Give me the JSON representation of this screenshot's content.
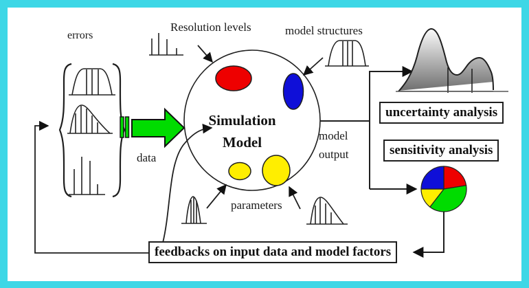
{
  "labels": {
    "errors": "errors",
    "resolution_levels": "Resolution levels",
    "model_structures": "model structures",
    "data": "data",
    "simulation_model": {
      "line1": "Simulation",
      "line2": "Model"
    },
    "model_output": {
      "line1": "model",
      "line2": "output"
    },
    "parameters": "parameters"
  },
  "boxes": {
    "uncertainty": "uncertainty analysis",
    "sensitivity": "sensitivity analysis",
    "feedbacks": "feedbacks on input data and model factors"
  },
  "colors": {
    "frame_border": "#3dd7e6",
    "background": "#ffffff",
    "line": "#1f1f1f",
    "red_ellipse": "#ee0000",
    "blue_ellipse": "#0f0fd8",
    "yellow_ellipse": "#ffee00",
    "green_arrow": "#00dc00"
  },
  "pie": {
    "slices": [
      {
        "name": "red",
        "color": "#ee0000",
        "fraction": 0.225
      },
      {
        "name": "green",
        "color": "#00dc00",
        "fraction": 0.38
      },
      {
        "name": "yellow",
        "color": "#ffee00",
        "fraction": 0.145
      },
      {
        "name": "blue",
        "color": "#0f0fd8",
        "fraction": 0.25
      }
    ]
  }
}
